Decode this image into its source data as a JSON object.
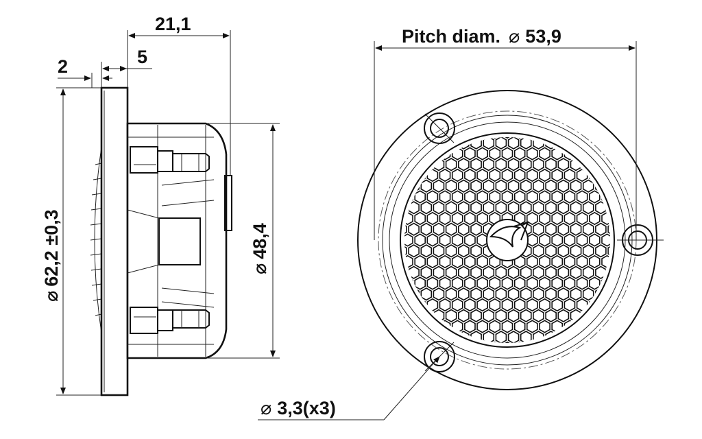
{
  "dimensions": {
    "depth_total": "21,1",
    "flange_small": "2",
    "flange_offset": "5",
    "outer_diameter": "62,2 ±0,3",
    "body_diameter": "48,4",
    "pitch_diameter": "Pitch diam.",
    "pitch_value": "53,9",
    "hole_diameter": "3,3(x3)"
  },
  "symbols": {
    "diameter": "⌀"
  }
}
